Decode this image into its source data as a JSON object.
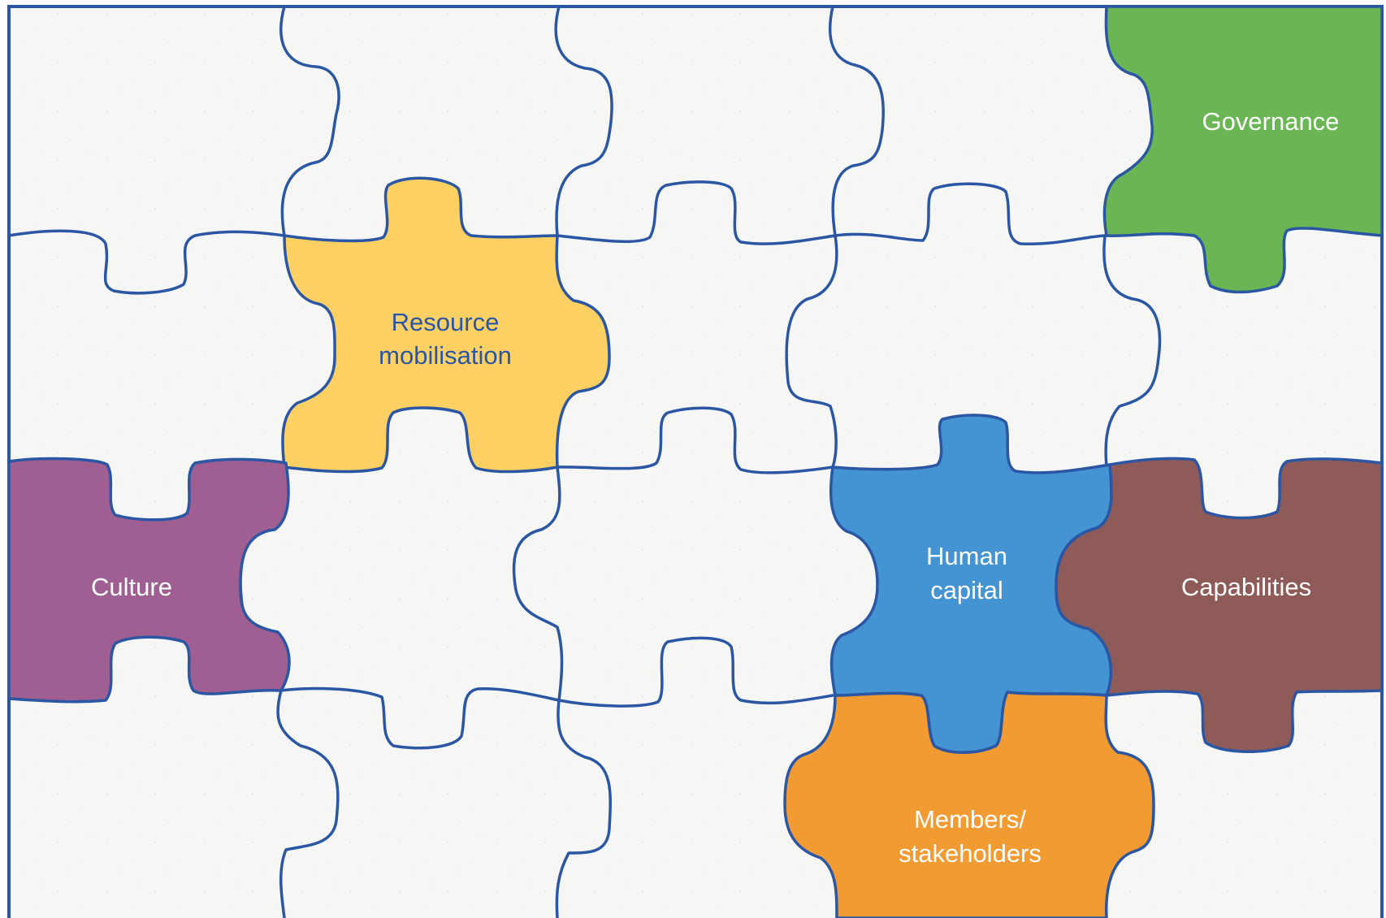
{
  "pieces": {
    "governance": {
      "label": "Governance",
      "color": "#6bb654"
    },
    "resource": {
      "line1": "Resource",
      "line2": "mobilisation",
      "color": "#fdd064"
    },
    "culture": {
      "label": "Culture",
      "color": "#9f5f93"
    },
    "human_capital": {
      "line1": "Human",
      "line2": "capital",
      "color": "#4493d3"
    },
    "capabilities": {
      "label": "Capabilities",
      "color": "#8f5b58"
    },
    "members": {
      "line1": "Members/",
      "line2": "stakeholders",
      "color": "#f39b33"
    }
  },
  "colors": {
    "outline": "#2a56a3",
    "board": "#f6f6f5"
  }
}
